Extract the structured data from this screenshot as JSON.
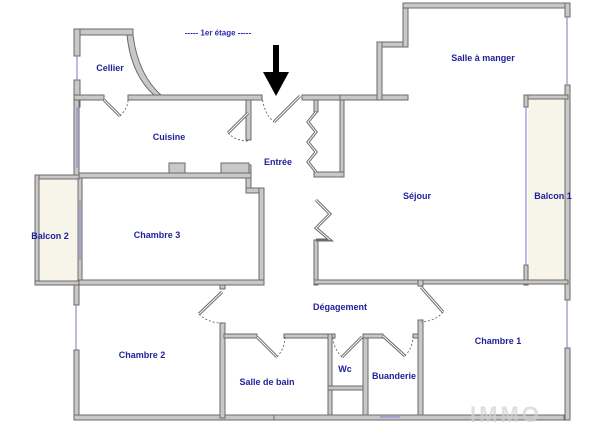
{
  "plan": {
    "floor_label": "----- 1er étage -----",
    "entrance_marker": "arrow-down-icon",
    "rooms": {
      "cellier": "Cellier",
      "cuisine": "Cuisine",
      "entree": "Entrée",
      "salle_a_manger": "Salle à manger",
      "sejour": "Séjour",
      "balcon_1": "Balcon 1",
      "balcon_2": "Balcon 2",
      "chambre_3": "Chambre 3",
      "chambre_2": "Chambre 2",
      "chambre_1": "Chambre 1",
      "degagement": "Dégagement",
      "salle_de_bain": "Salle de bain",
      "wc": "Wc",
      "buanderie": "Buanderie"
    },
    "colors": {
      "label": "#1f1f9a",
      "wall": "#c8c8c8",
      "balcony": "#f7f4ea",
      "window": "#8a8fd0"
    },
    "watermark": "IMMO"
  }
}
